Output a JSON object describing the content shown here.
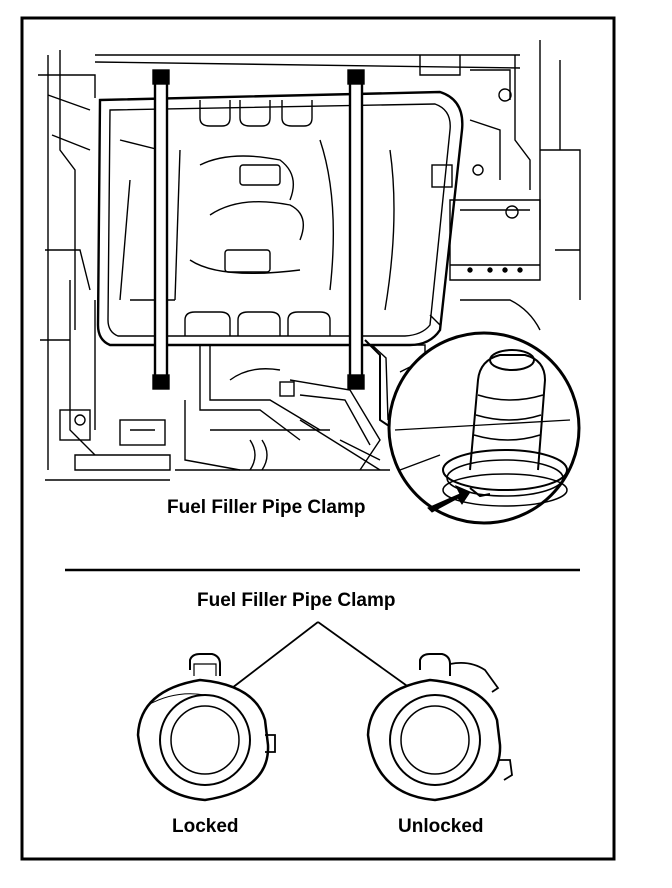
{
  "labels": {
    "top_callout": "Fuel Filler Pipe Clamp",
    "bottom_callout": "Fuel Filler Pipe Clamp",
    "locked": "Locked",
    "unlocked": "Unlocked"
  },
  "colors": {
    "line": "#000000",
    "background": "#ffffff"
  }
}
